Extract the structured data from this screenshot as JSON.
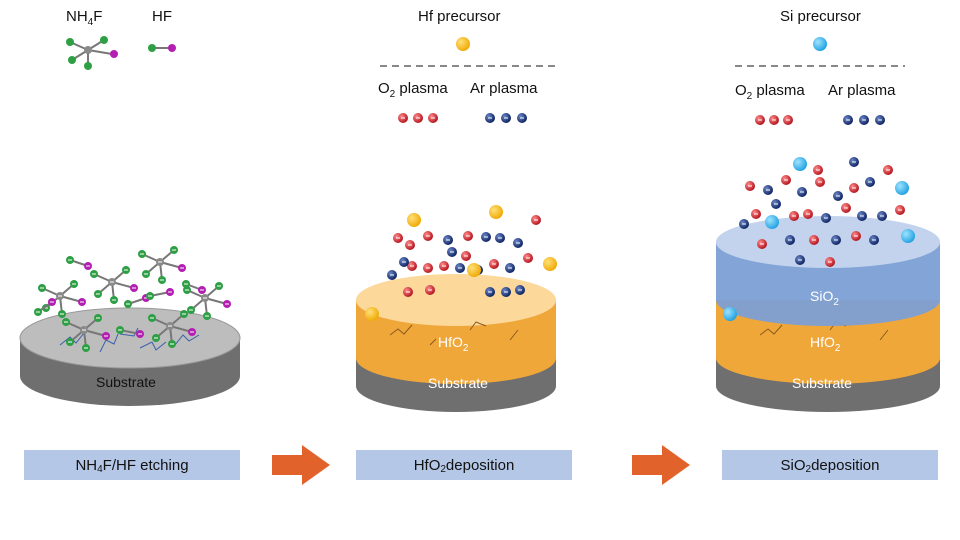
{
  "panel1": {
    "legend_a_main": "NH",
    "legend_a_sub": "4",
    "legend_a_tail": "F",
    "legend_b": "HF",
    "substrate": "Substrate",
    "caption_main": "NH",
    "caption_sub": "4",
    "caption_tail": "F/HF etching"
  },
  "panel2": {
    "precursor": "Hf precursor",
    "o2_main": "O",
    "o2_sub": "2",
    "o2_tail": " plasma",
    "ar": "Ar plasma",
    "layer_main": "HfO",
    "layer_sub": "2",
    "substrate": "Substrate",
    "caption_main": "HfO",
    "caption_sub": "2",
    "caption_tail": " deposition"
  },
  "panel3": {
    "precursor": "Si precursor",
    "o2_main": "O",
    "o2_sub": "2",
    "o2_tail": " plasma",
    "ar": "Ar plasma",
    "top_layer_main": "SiO",
    "top_layer_sub": "2",
    "mid_layer_main": "HfO",
    "mid_layer_sub": "2",
    "substrate": "Substrate",
    "caption_main": "SiO",
    "caption_sub": "2",
    "caption_tail": " deposition"
  },
  "colors": {
    "hf_precursor": "#f6b81a",
    "si_precursor": "#29aee8",
    "o_plasma": "#c6161d",
    "ar_plasma": "#0d2a6e",
    "nitrogen": "#2e9f44",
    "hydrogen_fluoride_f": "#b31fb2",
    "hfo2_layer": "#f2a83a",
    "sio2_layer": "#8eaadb",
    "substrate": "#7f7f7f",
    "arrow": "#e2622b",
    "caption_bg": "#b4c7e7"
  }
}
